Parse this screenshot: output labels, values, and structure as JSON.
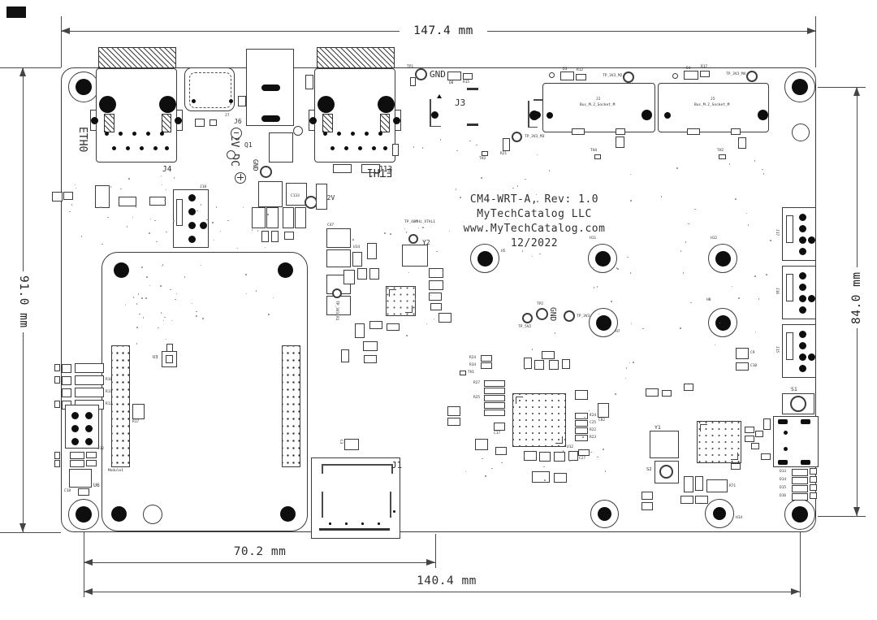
{
  "drawing": {
    "dim_width": "147.4 mm",
    "dim_height_left": "91.0 mm",
    "dim_height_right": "84.0 mm",
    "dim_holes_narrow": "70.2 mm",
    "dim_holes_wide": "140.4 mm",
    "title1": "CM4-WRT-A, Rev: 1.0",
    "title2": "MyTechCatalog LLC",
    "title3": "www.MyTechCatalog.com",
    "title4": "12/2022"
  },
  "refs": {
    "eth0": "ETH0",
    "j4": "J4",
    "eth1": "ETH1",
    "j13": "J13",
    "j7": "J7",
    "j6": "J6",
    "dc_label": "12V DC",
    "q1": "Q1",
    "tp1": "TP1",
    "gnd_top": "GND",
    "d8": "D8",
    "r15": "R15",
    "j3": "J3",
    "m2a_ref": "J2",
    "m2a_name": "Bus_M.2_Socket_M",
    "m2b_ref": "J5",
    "m2b_name": "Bus_M.2_Socket_M",
    "tp_3v3_m2": "TP_3V3_M2",
    "tp_3v3_m4": "TP_3V3_M4",
    "tp_3v3_m3": "TP_3V3_M3",
    "r21": "R21",
    "th1": "TH1",
    "th2": "TH2",
    "th3": "TH3",
    "th4": "TH4",
    "gnd_pwr": "GND",
    "p12v": "+12V",
    "tp4": "TP4",
    "c133": "C133",
    "tp_5v2": "TP_5V2",
    "tp2": "TP2",
    "gnd_mid": "GND",
    "tp_3v3": "TP_3V3",
    "h5": "H5",
    "h7": "H7",
    "h8": "H8",
    "h11": "H11",
    "h12": "H12",
    "h14": "H14",
    "module": "Module1",
    "u3": "U3",
    "r17": "R17",
    "r10": "R10",
    "r11": "R11",
    "r12": "R12",
    "j12": "J12",
    "u6": "U6",
    "c18": "C18",
    "j18": "J18",
    "j1": "J1",
    "c3": "C3",
    "y2": "Y2",
    "tp_xtal": "TP_40MHz_XTAL1",
    "tp_3v3_r1": "TP_3V3_R1",
    "c47": "C47",
    "u14": "U14",
    "u12": "U12",
    "r24": "R24",
    "r34": "R34",
    "r25": "R25",
    "r27": "R27",
    "c17": "C17",
    "c27": "C27",
    "c24": "C24",
    "c25": "C25",
    "r22": "R22",
    "r23": "R23",
    "cr2": "CR2",
    "j15": "J15",
    "j16": "J16",
    "j17": "J17",
    "c9": "C9",
    "c10": "C10",
    "s1": "S1",
    "s2": "S2",
    "y1": "Y1",
    "r71": "R71",
    "d13": "D13",
    "d14": "D14",
    "d15": "D15",
    "d16": "D16",
    "d3": "D3",
    "r12t": "R12",
    "d4": "D4",
    "r17t": "R17"
  }
}
